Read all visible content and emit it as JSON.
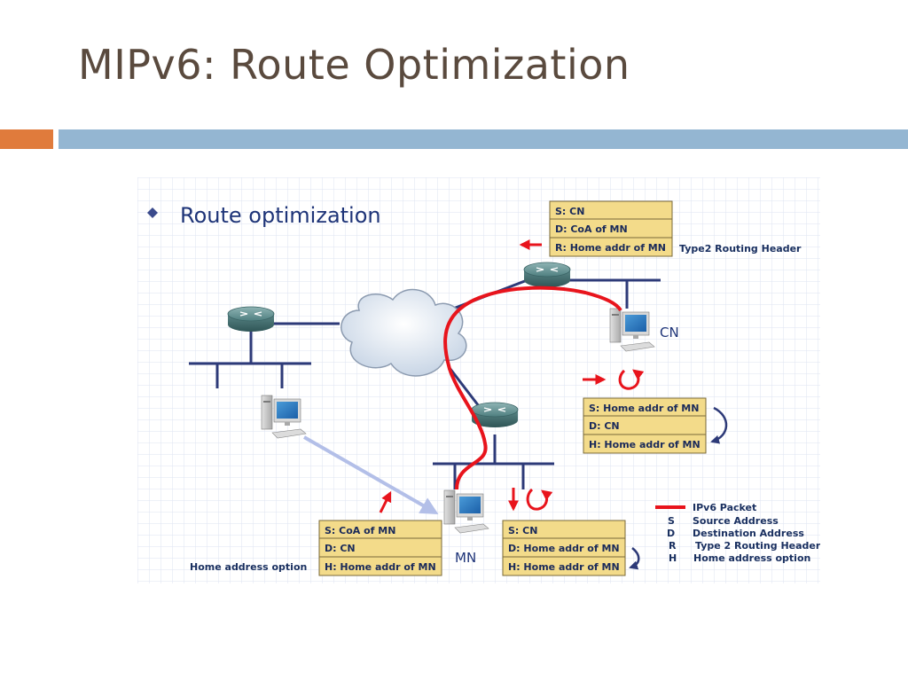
{
  "slide": {
    "title": "MIPv6: Route Optimization"
  },
  "diagram": {
    "heading": "Route optimization",
    "nodes": {
      "cn_label": "CN",
      "mn_label": "MN"
    },
    "packet_cn_top": {
      "rows": [
        "S: CN",
        "D: CoA of MN",
        "R: Home addr of MN"
      ],
      "side_label": "Type2 Routing Header"
    },
    "packet_cn_mid": {
      "rows": [
        "S: Home addr of MN",
        "D: CN",
        "H: Home addr of MN"
      ]
    },
    "packet_mn_left": {
      "rows": [
        "S: CoA of MN",
        "D: CN",
        "H: Home addr of MN"
      ],
      "side_label": "Home address option"
    },
    "packet_mn_right": {
      "rows": [
        "S: CN",
        "D: Home addr of MN",
        "H: Home addr of MN"
      ]
    },
    "legend": {
      "packet": "IPv6 Packet",
      "items": [
        {
          "key": "S",
          "desc": "Source Address"
        },
        {
          "key": "D",
          "desc": "Destination Address"
        },
        {
          "key": "R",
          "desc": "Type 2 Routing Header"
        },
        {
          "key": "H",
          "desc": "Home address option"
        }
      ]
    },
    "colors": {
      "packet_fill": "#f3db8a",
      "path_red": "#e8141c",
      "link_blue": "#2d3a78",
      "move_arrow": "#b3bfe8"
    }
  }
}
